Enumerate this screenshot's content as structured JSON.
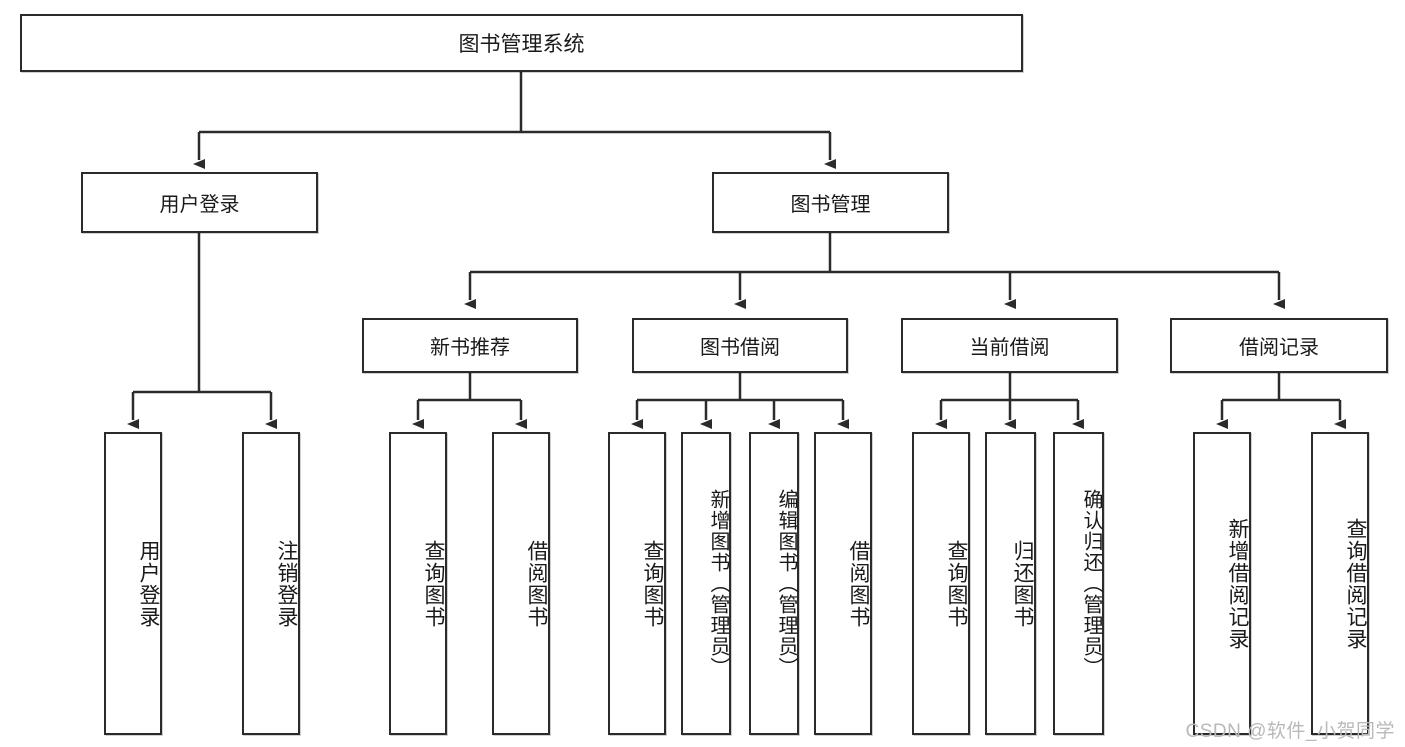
{
  "diagram": {
    "title": "图书管理系统",
    "type": "tree-hierarchy",
    "colors": {
      "box_border": "#2b2b2b",
      "box_fill": "#ffffff",
      "connector": "#2b2b2b",
      "text": "#1a1a1a",
      "watermark": "#b9b9b9"
    },
    "nodes": {
      "root": {
        "label": "图书管理系统"
      },
      "level2": [
        {
          "id": "user-login",
          "label": "用户登录"
        },
        {
          "id": "book-management",
          "label": "图书管理"
        }
      ],
      "level3": [
        {
          "id": "new-book-recommend",
          "label": "新书推荐"
        },
        {
          "id": "book-borrow",
          "label": "图书借阅"
        },
        {
          "id": "current-borrow",
          "label": "当前借阅"
        },
        {
          "id": "borrow-record",
          "label": "借阅记录"
        }
      ],
      "leaves": [
        {
          "id": "leaf-user-login",
          "label": "用户登录",
          "parent": "user-login"
        },
        {
          "id": "leaf-logout-login",
          "label": "注销登录",
          "parent": "user-login"
        },
        {
          "id": "leaf-query-book-1",
          "label": "查询图书",
          "parent": "new-book-recommend"
        },
        {
          "id": "leaf-borrow-book-1",
          "label": "借阅图书",
          "parent": "new-book-recommend"
        },
        {
          "id": "leaf-query-book-2",
          "label": "查询图书",
          "parent": "book-borrow"
        },
        {
          "id": "leaf-add-book",
          "label": "新增图书（管理员）",
          "parent": "book-borrow"
        },
        {
          "id": "leaf-edit-book",
          "label": "编辑图书（管理员）",
          "parent": "book-borrow"
        },
        {
          "id": "leaf-borrow-book-2",
          "label": "借阅图书",
          "parent": "book-borrow"
        },
        {
          "id": "leaf-query-book-3",
          "label": "查询图书",
          "parent": "current-borrow"
        },
        {
          "id": "leaf-return-book",
          "label": "归还图书",
          "parent": "current-borrow"
        },
        {
          "id": "leaf-confirm-return",
          "label": "确认归还（管理员）",
          "parent": "current-borrow"
        },
        {
          "id": "leaf-add-record",
          "label": "新增借阅记录",
          "parent": "borrow-record"
        },
        {
          "id": "leaf-query-record",
          "label": "查询借阅记录",
          "parent": "borrow-record"
        }
      ]
    },
    "watermark": "CSDN @软件_小贺同学"
  }
}
